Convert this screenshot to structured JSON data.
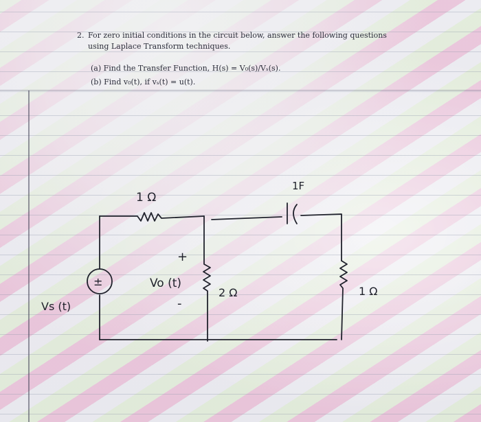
{
  "problem": {
    "number": "2.",
    "intro": "For zero initial conditions in the circuit below, answer the following questions using Laplace Transform techniques.",
    "parts": [
      "(a) Find the Transfer Function, H(s) = V₀(s)/Vₛ(s).",
      "(b) Find v₀(t), if vₛ(t) = u(t)."
    ]
  },
  "circuit": {
    "labels": {
      "r1": "1 Ω",
      "cap": "1F",
      "r2": "2 Ω",
      "r3": "1 Ω",
      "vo_plus": "+",
      "vo": "Vo (t)",
      "vo_minus": "-",
      "source_symbol": "±",
      "vs": "Vs (t)"
    }
  }
}
